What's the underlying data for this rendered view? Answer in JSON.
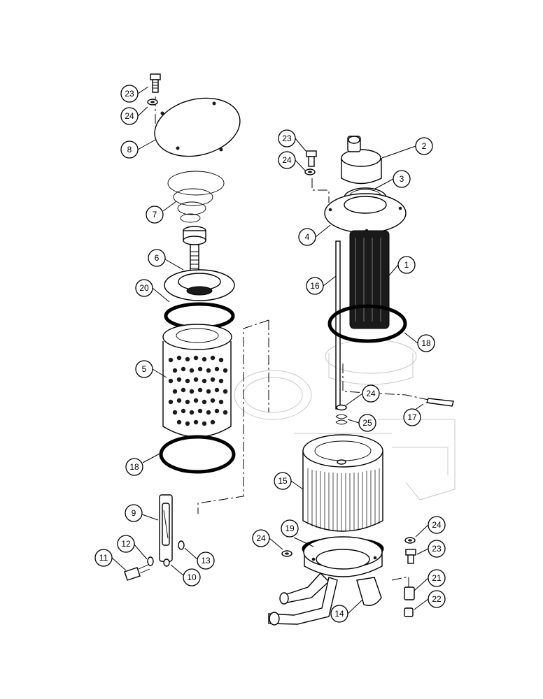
{
  "callouts": {
    "c23a": "23",
    "c24a": "24",
    "c8": "8",
    "c7": "7",
    "c6": "6",
    "c20": "20",
    "c5": "5",
    "c18a": "18",
    "c9": "9",
    "c12": "12",
    "c11": "11",
    "c10": "10",
    "c13": "13",
    "c23b": "23",
    "c24b": "24",
    "c2": "2",
    "c3": "3",
    "c4": "4",
    "c1": "1",
    "c16": "16",
    "c18b": "18",
    "c24c": "24",
    "c25": "25",
    "c17": "17",
    "c15": "15",
    "c19": "19",
    "c24d": "24",
    "c24e": "24",
    "c23c": "23",
    "c21": "21",
    "c14": "14",
    "c22": "22"
  }
}
